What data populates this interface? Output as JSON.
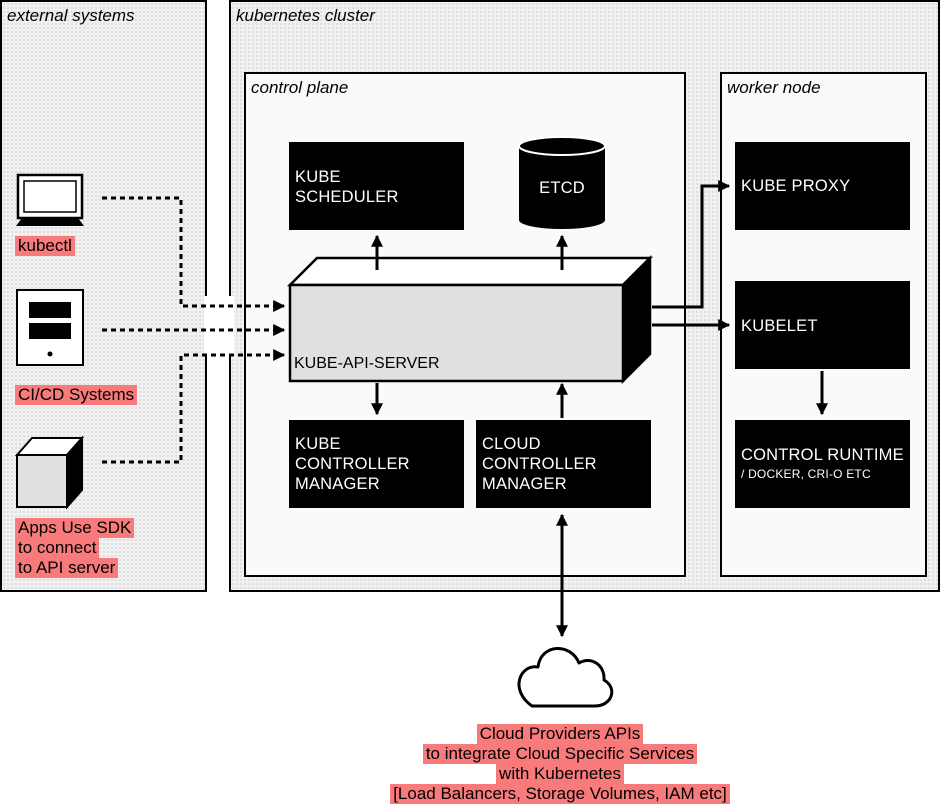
{
  "regions": {
    "external": "external systems",
    "cluster": "kubernetes cluster",
    "control_plane": "control plane",
    "worker_node": "worker node"
  },
  "external": {
    "kubectl": "kubectl",
    "cicd": "CI/CD Systems",
    "sdk": [
      "Apps Use SDK",
      "to connect",
      "to API server"
    ]
  },
  "components": {
    "scheduler": "KUBE\nSCHEDULER",
    "etcd": "ETCD",
    "api_server": "KUBE-API-SERVER",
    "kcm": "KUBE\nCONTROLLER\nMANAGER",
    "ccm": "CLOUD\nCONTROLLER\nMANAGER",
    "kube_proxy": "KUBE PROXY",
    "kubelet": "KUBELET",
    "runtime": "CONTROL RUNTIME",
    "runtime_sub": "/ DOCKER, CRI-O ETC"
  },
  "cloud": [
    "Cloud Providers APIs",
    "to integrate Cloud Specific Services",
    "with Kubernetes",
    "[Load Balancers, Storage Volumes, IAM etc]"
  ]
}
